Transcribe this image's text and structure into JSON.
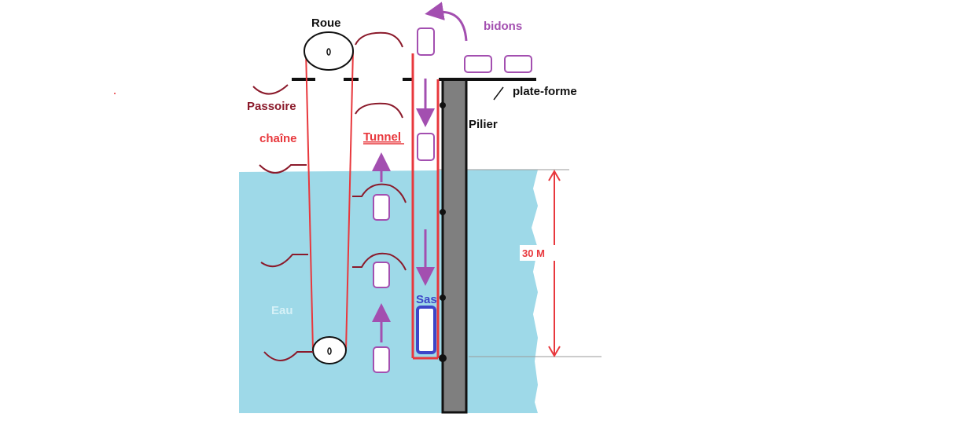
{
  "labels": {
    "roue": "Roue",
    "bidons": "bidons",
    "plate_forme": "plate-forme",
    "pilier": "Pilier",
    "passoire": "Passoire",
    "chaine": "chaîne",
    "tunnel": "Tunnel",
    "eau": "Eau",
    "sas": "Sas",
    "depth": "30 M"
  },
  "colors": {
    "water": "#9ed9e8",
    "chain": "#e8383d",
    "passoire": "#8b1a2b",
    "bidon": "#a34fb0",
    "arrow": "#a34fb0",
    "pillar": "#7f7f7f",
    "sas": "#3d45c8",
    "eau_label": "#d6f1f7",
    "text": "#111111"
  }
}
